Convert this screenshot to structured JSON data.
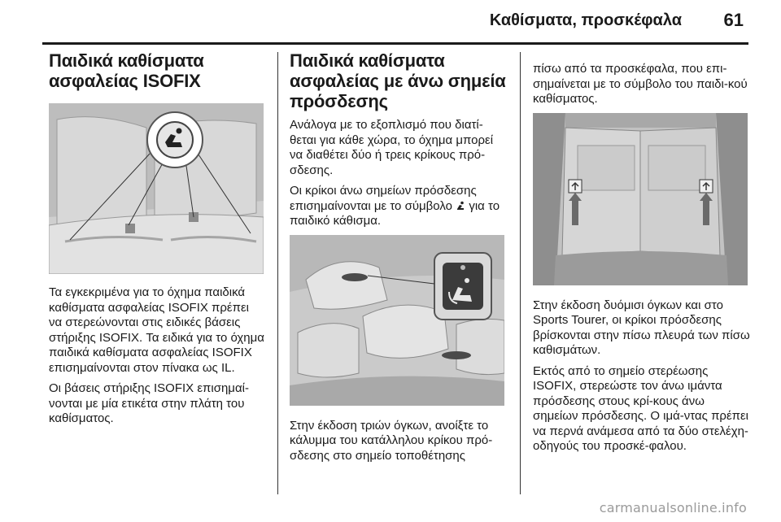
{
  "header": {
    "title": "Καθίσματα, προσκέφαλα",
    "page_number": "61"
  },
  "col1": {
    "heading_line1": "Παιδικά καθίσματα",
    "heading_line2": "ασφαλείας ISOFIX",
    "figure_icon": "child-seat-icon",
    "para1": "Τα εγκεκριμένα για το όχημα παιδικά καθίσματα ασφαλείας ISOFIX πρέπει να στερεώνονται στις ειδικές βάσεις στήριξης ISOFIX. Τα ειδικά για το όχημα παιδικά καθίσματα ασφαλείας ISOFIX επισημαίνονται στον πίνακα ως IL.",
    "para2": "Οι βάσεις στήριξης ISOFIX επισημαί-νονται με μία ετικέτα στην πλάτη του καθίσματος."
  },
  "col2": {
    "heading_line1": "Παιδικά καθίσματα",
    "heading_line2": "ασφαλείας με άνω σημεία",
    "heading_line3": "πρόσδεσης",
    "para1": "Ανάλογα με το εξοπλισμό που διατί-θεται για κάθε χώρα, το όχημα μπορεί να διαθέτει δύο ή τρεις κρίκους πρό-σδεσης.",
    "para2_before": "Οι κρίκοι άνω σημείων πρόσδεσης επισημαίνονται με το σύμβολο",
    "para2_after": "για το παιδικό κάθισμα.",
    "symbol_icon": "child-seat-symbol-icon",
    "para3": "Στην έκδοση τριών όγκων, ανοίξτε το κάλυμμα του κατάλληλου κρίκου πρό-σδεσης στο σημείο τοποθέτησης"
  },
  "col3": {
    "para1": "πίσω από τα προσκέφαλα, που επι-σημαίνεται με το σύμβολο του παιδι-κού καθίσματος.",
    "para2": "Στην έκδοση δυόμισι όγκων και στο Sports Tourer, οι κρίκοι πρόσδεσης βρίσκονται στην πίσω πλευρά των πίσω καθισμάτων.",
    "para3": "Εκτός από το σημείο στερέωσης ISOFIX, στερεώστε τον άνω ιμάντα πρόσδεσης στους κρί-κους άνω σημείων πρόσδεσης. Ο ιμά-ντας πρέπει να περνά ανάμεσα από τα δύο στελέχη-οδηγούς του προσκέ-φαλου."
  },
  "watermark": "carmanualsonline.info"
}
